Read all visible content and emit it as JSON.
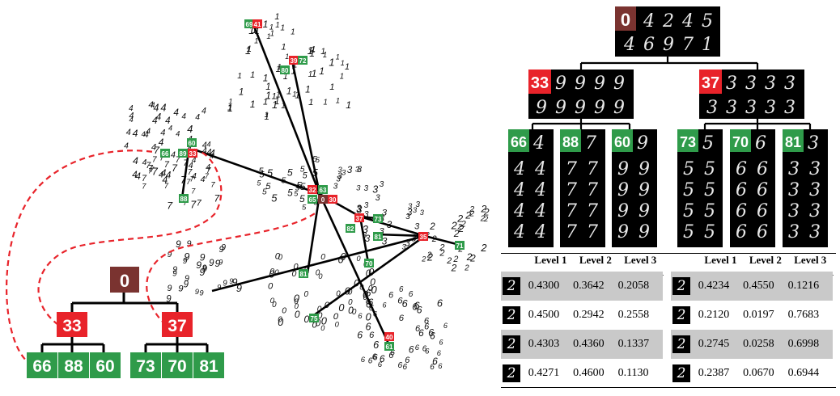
{
  "colors": {
    "root": "#7a3330",
    "level1": "#e8232a",
    "level2": "#2f9b4a",
    "connector": "#e8232a"
  },
  "tree": {
    "root": "0",
    "level1": [
      "33",
      "37"
    ],
    "level2": [
      [
        "66",
        "88",
        "60"
      ],
      [
        "73",
        "70",
        "81"
      ]
    ]
  },
  "scatter_tags": {
    "top": [
      "69",
      "41"
    ],
    "upper": [
      "39",
      "72",
      "80"
    ],
    "left": [
      "66",
      "89",
      "33",
      "60",
      "88"
    ],
    "center": [
      "32",
      "63",
      "65",
      "0",
      "30"
    ],
    "right": [
      "37",
      "73",
      "82",
      "81",
      "35",
      "71",
      "70"
    ],
    "bottom": [
      "81",
      "75",
      "40",
      "61"
    ]
  },
  "panel": {
    "root_tag": "0",
    "l1_tags": [
      "33",
      "37"
    ],
    "l2_tags": [
      "66",
      "88",
      "60",
      "73",
      "70",
      "81"
    ]
  },
  "table": {
    "headers": [
      "Level 1",
      "Level 2",
      "Level 3"
    ],
    "left_rows": [
      {
        "glyph": "2",
        "values": [
          "0.4300",
          "0.3642",
          "0.2058"
        ]
      },
      {
        "glyph": "2",
        "values": [
          "0.4500",
          "0.2942",
          "0.2558"
        ]
      },
      {
        "glyph": "2",
        "values": [
          "0.4303",
          "0.4360",
          "0.1337"
        ]
      },
      {
        "glyph": "2",
        "values": [
          "0.4271",
          "0.4600",
          "0.1130"
        ]
      }
    ],
    "right_rows": [
      {
        "glyph": "2",
        "values": [
          "0.4234",
          "0.4550",
          "0.1216"
        ]
      },
      {
        "glyph": "2",
        "values": [
          "0.2120",
          "0.0197",
          "0.7683"
        ]
      },
      {
        "glyph": "2",
        "values": [
          "0.2745",
          "0.0258",
          "0.6998"
        ]
      },
      {
        "glyph": "2",
        "values": [
          "0.2387",
          "0.0670",
          "0.6944"
        ]
      }
    ]
  }
}
